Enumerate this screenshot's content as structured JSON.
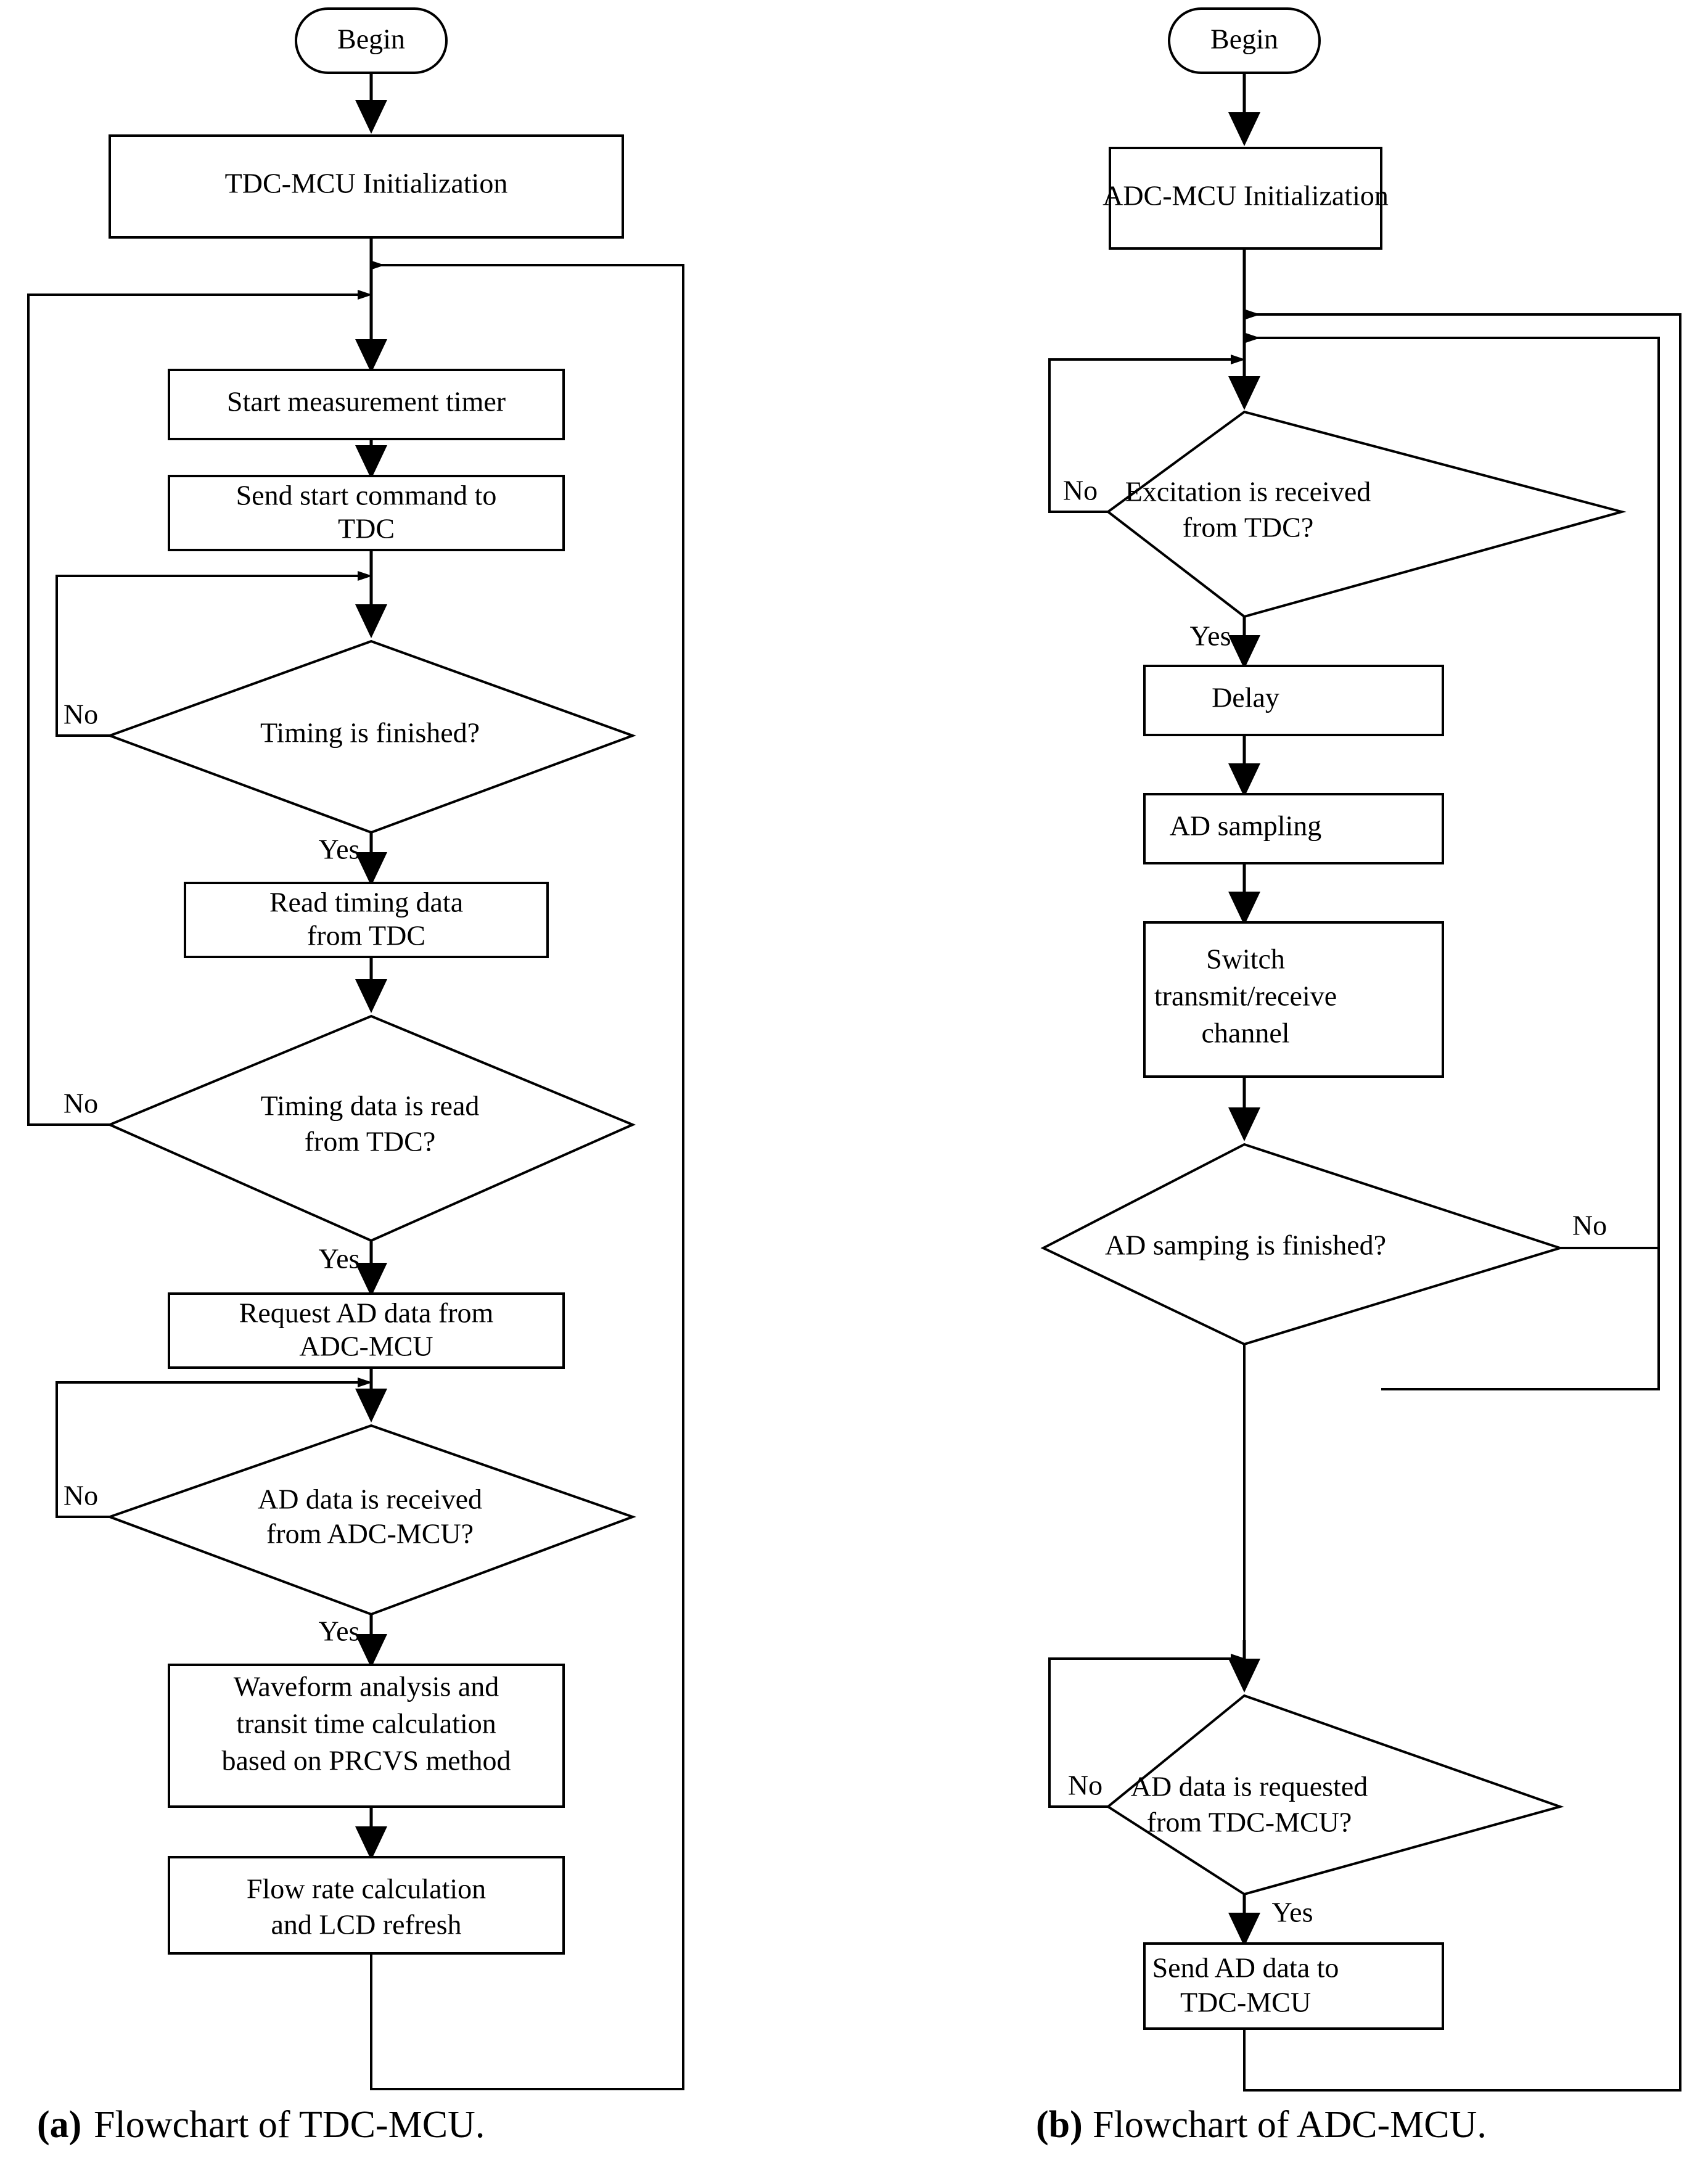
{
  "figure": {
    "panels": [
      {
        "id": "a",
        "caption_label": "(a)",
        "caption_text": " Flowchart of TDC-MCU.",
        "start_node": "Begin",
        "nodes": [
          {
            "name": "tdc-mcu-initialization",
            "type": "process",
            "text": "TDC-MCU Initialization"
          },
          {
            "name": "start-measurement-timer",
            "type": "process",
            "text": "Start measurement timer"
          },
          {
            "name": "send-start-command-to-tdc",
            "type": "process",
            "line1": "Send start command to",
            "line2": "TDC"
          },
          {
            "name": "timing-is-finished",
            "type": "decision",
            "line1": "Timing is finished?",
            "line2": "",
            "yes": "Yes",
            "no": "No"
          },
          {
            "name": "read-timing-data-from-tdc",
            "type": "process",
            "line1": "Read timing data",
            "line2": "from TDC"
          },
          {
            "name": "timing-data-is-read-from-tdc",
            "type": "decision",
            "line1": "Timing data is read",
            "line2": "from TDC?",
            "yes": "Yes",
            "no": "No"
          },
          {
            "name": "request-ad-data-from-adc-mcu",
            "type": "process",
            "line1": "Request AD data from",
            "line2": "ADC-MCU"
          },
          {
            "name": "ad-data-is-received-from-adc-mcu",
            "type": "decision",
            "line1": "AD data is received",
            "line2": "from ADC-MCU?",
            "yes": "Yes",
            "no": "No"
          },
          {
            "name": "waveform-analysis",
            "type": "process",
            "line1": "Waveform analysis and",
            "line2": "transit time calculation",
            "line3": "based on PRCVS method"
          },
          {
            "name": "flow-rate-calculation",
            "type": "process",
            "line1": "Flow rate calculation",
            "line2": "and LCD refresh"
          }
        ]
      },
      {
        "id": "b",
        "caption_label": "(b)",
        "caption_text": " Flowchart of ADC-MCU.",
        "start_node": "Begin",
        "nodes": [
          {
            "name": "adc-mcu-initialization",
            "type": "process",
            "text": "ADC-MCU Initialization"
          },
          {
            "name": "excitation-is-received-from-tdc",
            "type": "decision",
            "line1": "Excitation is received",
            "line2": "from TDC?",
            "yes": "Yes",
            "no": "No"
          },
          {
            "name": "delay",
            "type": "process",
            "text": "Delay"
          },
          {
            "name": "ad-sampling",
            "type": "process",
            "text": "AD sampling"
          },
          {
            "name": "switch-transmit-receive-channel",
            "type": "process",
            "line1": "Switch",
            "line2": "transmit/receive",
            "line3": "channel"
          },
          {
            "name": "ad-samping-is-finished",
            "type": "decision",
            "line1": "AD samping is finished?",
            "line2": "",
            "no": "No"
          },
          {
            "name": "ad-data-is-requested-from-tdc-mcu",
            "type": "decision",
            "line1": "AD data is requested",
            "line2": "from TDC-MCU?",
            "yes": "Yes",
            "no": "No"
          },
          {
            "name": "send-ad-data-to-tdc-mcu",
            "type": "process",
            "line1": "Send AD data to",
            "line2": "TDC-MCU"
          }
        ]
      }
    ],
    "colors": {
      "stroke": "#000000",
      "fill": "#ffffff",
      "text": "#000000"
    }
  }
}
